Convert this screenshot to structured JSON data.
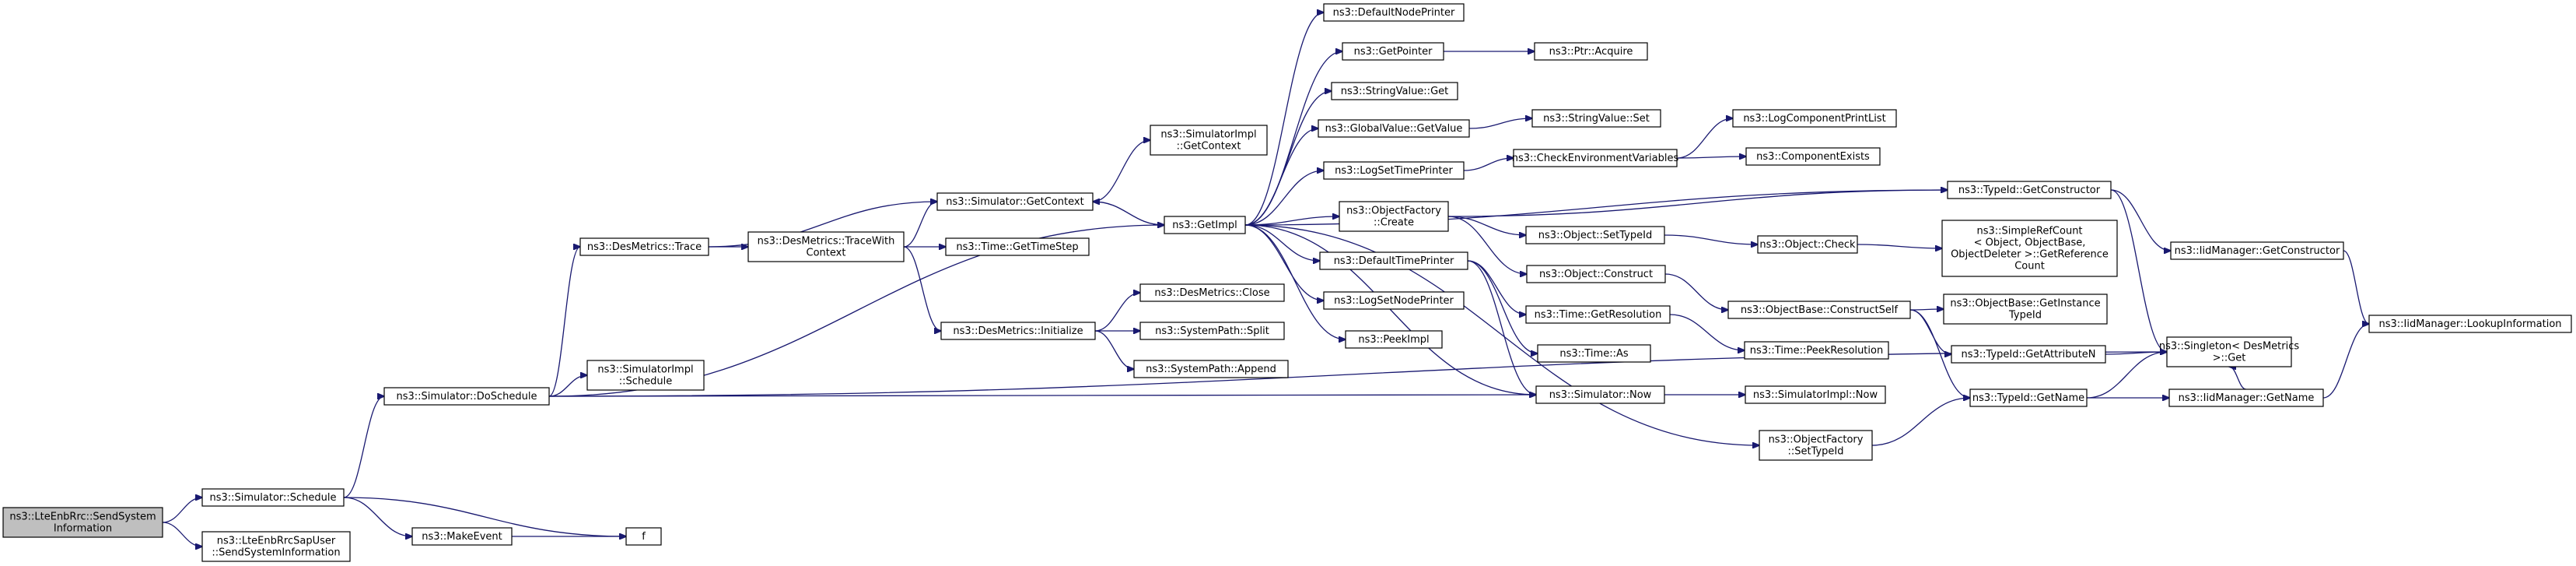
{
  "colors": {
    "edge": "#191970",
    "node_fill": "#ffffff",
    "node_border": "#000000",
    "focus_fill": "#bfbfbf",
    "incomplete_border": "#ff0000"
  },
  "nodes": [
    {
      "id": "lte_send",
      "lines": [
        "ns3::LteEnbRrc::SendSystem",
        "Information"
      ],
      "focus": true
    },
    {
      "id": "sim_schedule",
      "lines": [
        "ns3::Simulator::Schedule"
      ]
    },
    {
      "id": "sapuser_send",
      "lines": [
        "ns3::LteEnbRrcSapUser",
        "::SendSystemInformation"
      ]
    },
    {
      "id": "make_event",
      "lines": [
        "ns3::MakeEvent"
      ]
    },
    {
      "id": "f",
      "lines": [
        "f"
      ]
    },
    {
      "id": "do_schedule",
      "lines": [
        "ns3::Simulator::DoSchedule"
      ]
    },
    {
      "id": "des_trace",
      "lines": [
        "ns3::DesMetrics::Trace"
      ]
    },
    {
      "id": "simimpl_schedule",
      "lines": [
        "ns3::SimulatorImpl",
        "::Schedule"
      ]
    },
    {
      "id": "des_tracewith",
      "lines": [
        "ns3::DesMetrics::TraceWith",
        "Context"
      ]
    },
    {
      "id": "sim_getcontext",
      "lines": [
        "ns3::Simulator::GetContext"
      ]
    },
    {
      "id": "time_gettimestep",
      "lines": [
        "ns3::Time::GetTimeStep"
      ]
    },
    {
      "id": "des_initialize",
      "lines": [
        "ns3::DesMetrics::Initialize"
      ]
    },
    {
      "id": "simimpl_getcontext",
      "lines": [
        "ns3::SimulatorImpl",
        "::GetContext"
      ]
    },
    {
      "id": "getimpl",
      "lines": [
        "ns3::GetImpl"
      ]
    },
    {
      "id": "des_close",
      "lines": [
        "ns3::DesMetrics::Close"
      ]
    },
    {
      "id": "syspath_split",
      "lines": [
        "ns3::SystemPath::Split"
      ]
    },
    {
      "id": "syspath_append",
      "lines": [
        "ns3::SystemPath::Append"
      ]
    },
    {
      "id": "default_node_printer",
      "lines": [
        "ns3::DefaultNodePrinter"
      ]
    },
    {
      "id": "get_pointer",
      "lines": [
        "ns3::GetPointer"
      ]
    },
    {
      "id": "stringvalue_get",
      "lines": [
        "ns3::StringValue::Get"
      ]
    },
    {
      "id": "globalvalue_getvalue",
      "lines": [
        "ns3::GlobalValue::GetValue"
      ]
    },
    {
      "id": "log_settimeprinter",
      "lines": [
        "ns3::LogSetTimePrinter"
      ]
    },
    {
      "id": "objectfactory_create",
      "lines": [
        "ns3::ObjectFactory",
        "::Create"
      ]
    },
    {
      "id": "default_time_printer",
      "lines": [
        "ns3::DefaultTimePrinter"
      ]
    },
    {
      "id": "log_setnodeprinter",
      "lines": [
        "ns3::LogSetNodePrinter"
      ]
    },
    {
      "id": "peekimpl",
      "lines": [
        "ns3::PeekImpl"
      ]
    },
    {
      "id": "ptr_acquire",
      "lines": [
        "ns3::Ptr::Acquire"
      ]
    },
    {
      "id": "stringvalue_set",
      "lines": [
        "ns3::StringValue::Set"
      ]
    },
    {
      "id": "check_env",
      "lines": [
        "ns3::CheckEnvironmentVariables"
      ]
    },
    {
      "id": "log_printlist",
      "lines": [
        "ns3::LogComponentPrintList"
      ],
      "incomplete": true
    },
    {
      "id": "component_exists",
      "lines": [
        "ns3::ComponentExists"
      ],
      "incomplete": true
    },
    {
      "id": "object_settypeid",
      "lines": [
        "ns3::Object::SetTypeId"
      ]
    },
    {
      "id": "object_construct",
      "lines": [
        "ns3::Object::Construct"
      ]
    },
    {
      "id": "time_getresolution",
      "lines": [
        "ns3::Time::GetResolution"
      ]
    },
    {
      "id": "time_as",
      "lines": [
        "ns3::Time::As"
      ]
    },
    {
      "id": "sim_now",
      "lines": [
        "ns3::Simulator::Now"
      ]
    },
    {
      "id": "objectfactory_settypeid",
      "lines": [
        "ns3::ObjectFactory",
        "::SetTypeId"
      ]
    },
    {
      "id": "object_check",
      "lines": [
        "ns3::Object::Check"
      ]
    },
    {
      "id": "typeid_getconstructor",
      "lines": [
        "ns3::TypeId::GetConstructor"
      ]
    },
    {
      "id": "simplerefcount",
      "lines": [
        "ns3::SimpleRefCount",
        "< Object, ObjectBase,",
        "ObjectDeleter >::GetReference",
        "Count"
      ]
    },
    {
      "id": "objectbase_constructself",
      "lines": [
        "ns3::ObjectBase::ConstructSelf"
      ],
      "incomplete": true
    },
    {
      "id": "objectbase_getinstance",
      "lines": [
        "ns3::ObjectBase::GetInstance",
        "TypeId"
      ]
    },
    {
      "id": "time_peekresolution",
      "lines": [
        "ns3::Time::PeekResolution"
      ],
      "incomplete": true
    },
    {
      "id": "typeid_getattributen",
      "lines": [
        "ns3::TypeId::GetAttributeN"
      ],
      "incomplete": true
    },
    {
      "id": "typeid_getname",
      "lines": [
        "ns3::TypeId::GetName"
      ]
    },
    {
      "id": "simimpl_now",
      "lines": [
        "ns3::SimulatorImpl::Now"
      ]
    },
    {
      "id": "iidmanager_getconstructor",
      "lines": [
        "ns3::IidManager::GetConstructor"
      ]
    },
    {
      "id": "singleton_get",
      "lines": [
        "ns3::Singleton< DesMetrics",
        " >::Get"
      ]
    },
    {
      "id": "iidmanager_getname",
      "lines": [
        "ns3::IidManager::GetName"
      ]
    },
    {
      "id": "iidmanager_lookup",
      "lines": [
        "ns3::IidManager::LookupInformation"
      ]
    }
  ],
  "edges": [
    [
      "lte_send",
      "sim_schedule"
    ],
    [
      "lte_send",
      "sapuser_send"
    ],
    [
      "sim_schedule",
      "do_schedule"
    ],
    [
      "sim_schedule",
      "f"
    ],
    [
      "sim_schedule",
      "make_event"
    ],
    [
      "make_event",
      "f"
    ],
    [
      "do_schedule",
      "des_trace"
    ],
    [
      "do_schedule",
      "getimpl"
    ],
    [
      "do_schedule",
      "simimpl_schedule"
    ],
    [
      "do_schedule",
      "sim_now"
    ],
    [
      "do_schedule",
      "singleton_get"
    ],
    [
      "des_trace",
      "sim_getcontext"
    ],
    [
      "des_trace",
      "des_tracewith"
    ],
    [
      "des_tracewith",
      "sim_getcontext"
    ],
    [
      "des_tracewith",
      "time_gettimestep"
    ],
    [
      "des_tracewith",
      "des_initialize"
    ],
    [
      "sim_getcontext",
      "simimpl_getcontext"
    ],
    [
      "sim_getcontext",
      "getimpl"
    ],
    [
      "des_initialize",
      "des_close"
    ],
    [
      "des_initialize",
      "syspath_split"
    ],
    [
      "des_initialize",
      "syspath_append"
    ],
    [
      "getimpl",
      "default_node_printer"
    ],
    [
      "getimpl",
      "get_pointer"
    ],
    [
      "getimpl",
      "stringvalue_get"
    ],
    [
      "getimpl",
      "globalvalue_getvalue"
    ],
    [
      "getimpl",
      "log_settimeprinter"
    ],
    [
      "getimpl",
      "objectfactory_create"
    ],
    [
      "getimpl",
      "default_time_printer"
    ],
    [
      "getimpl",
      "log_setnodeprinter"
    ],
    [
      "getimpl",
      "peekimpl"
    ],
    [
      "getimpl",
      "sim_now"
    ],
    [
      "getimpl",
      "objectfactory_settypeid"
    ],
    [
      "getimpl",
      "typeid_getconstructor"
    ],
    [
      "getimpl",
      "sim_getcontext"
    ],
    [
      "get_pointer",
      "ptr_acquire"
    ],
    [
      "globalvalue_getvalue",
      "stringvalue_set"
    ],
    [
      "log_settimeprinter",
      "check_env"
    ],
    [
      "check_env",
      "log_printlist"
    ],
    [
      "check_env",
      "component_exists"
    ],
    [
      "objectfactory_create",
      "object_settypeid"
    ],
    [
      "objectfactory_create",
      "object_construct"
    ],
    [
      "objectfactory_create",
      "typeid_getconstructor"
    ],
    [
      "object_settypeid",
      "object_check"
    ],
    [
      "object_check",
      "simplerefcount"
    ],
    [
      "object_construct",
      "objectbase_constructself"
    ],
    [
      "objectbase_constructself",
      "objectbase_getinstance"
    ],
    [
      "objectbase_constructself",
      "typeid_getattributen"
    ],
    [
      "objectbase_constructself",
      "typeid_getname"
    ],
    [
      "default_time_printer",
      "time_getresolution"
    ],
    [
      "default_time_printer",
      "time_as"
    ],
    [
      "default_time_printer",
      "sim_now"
    ],
    [
      "time_getresolution",
      "time_peekresolution"
    ],
    [
      "sim_now",
      "simimpl_now"
    ],
    [
      "objectfactory_settypeid",
      "typeid_getname"
    ],
    [
      "typeid_getconstructor",
      "iidmanager_getconstructor"
    ],
    [
      "typeid_getconstructor",
      "singleton_get"
    ],
    [
      "typeid_getname",
      "iidmanager_getname"
    ],
    [
      "typeid_getname",
      "singleton_get"
    ],
    [
      "typeid_getattributen",
      "singleton_get"
    ],
    [
      "iidmanager_getconstructor",
      "iidmanager_lookup"
    ],
    [
      "iidmanager_getname",
      "iidmanager_lookup"
    ],
    [
      "iidmanager_getname",
      "singleton_get"
    ]
  ]
}
